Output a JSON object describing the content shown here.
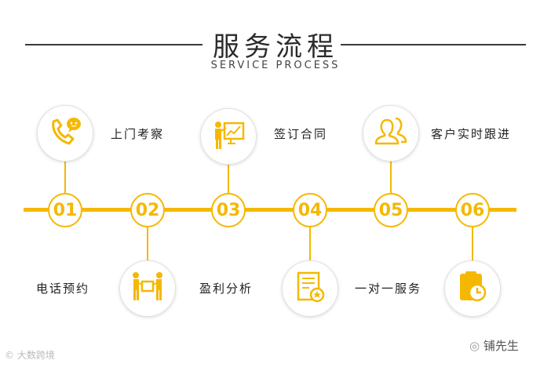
{
  "header": {
    "title": "服务流程",
    "subtitle": "SERVICE  PROCESS"
  },
  "steps": [
    {
      "number": "01",
      "label": "上门考察",
      "icon": "phone-chat-icon"
    },
    {
      "number": "02",
      "label": "电话预约",
      "icon": "handshake-icon"
    },
    {
      "number": "03",
      "label": "签订合同",
      "icon": "presentation-icon"
    },
    {
      "number": "04",
      "label": "盈利分析",
      "icon": "document-badge-icon"
    },
    {
      "number": "05",
      "label": "一对一服务",
      "icon": "people-icon"
    },
    {
      "number": "06",
      "label": "客户实时跟进",
      "icon": "clock-folder-icon"
    }
  ],
  "watermarks": {
    "left": "大数跨境",
    "right": "铺先生"
  },
  "colors": {
    "accent": "#f5b800",
    "line": "#3a3a3a"
  }
}
